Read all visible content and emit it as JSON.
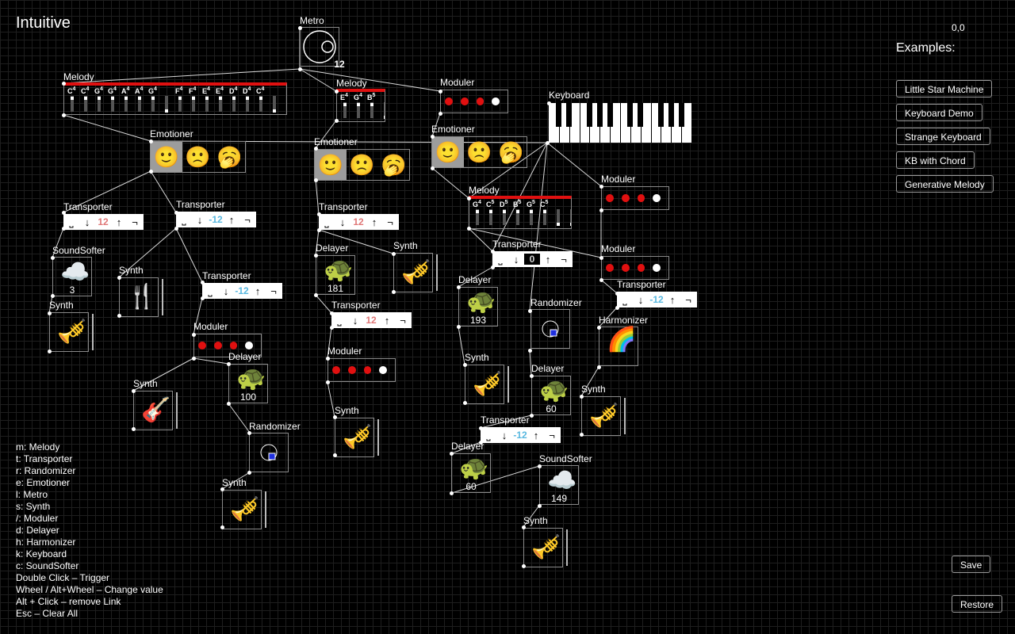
{
  "app_title": "Intuitive",
  "coords": "0,0",
  "examples_title": "Examples:",
  "examples": [
    "Little Star Machine",
    "Keyboard Demo",
    "Strange Keyboard",
    "KB with Chord",
    "Generative Melody"
  ],
  "save_label": "Save",
  "restore_label": "Restore",
  "help": [
    "m: Melody",
    "t: Transporter",
    "r: Randomizer",
    "e: Emotioner",
    "l: Metro",
    "s: Synth",
    "/: Moduler",
    "d: Delayer",
    "h: Harmonizer",
    "k: Keyboard",
    "c: SoundSofter",
    "Double Click – Trigger",
    "Wheel / Alt+Wheel – Change value",
    "Alt + Click – remove Link",
    "Esc – Clear All"
  ],
  "labels": {
    "metro": "Metro",
    "melody": "Melody",
    "moduler": "Moduler",
    "keyboard": "Keyboard",
    "emotioner": "Emotioner",
    "transporter": "Transporter",
    "synth": "Synth",
    "soundsofter": "SoundSofter",
    "delayer": "Delayer",
    "randomizer": "Randomizer",
    "harmonizer": "Harmonizer"
  },
  "transporter_symbols": {
    "rest": "⎵",
    "down": "↓",
    "up": "↑",
    "hold": "¬"
  },
  "values": {
    "metro": "12",
    "transporter_1": "12",
    "transporter_2": "-12",
    "transporter_3": "-12",
    "transporter_4": "12",
    "transporter_5": "12",
    "transporter_6": "0",
    "transporter_7": "-12",
    "transporter_8": "-12",
    "soundsofter_1": "3",
    "soundsofter_2": "149",
    "delayer_1": "181",
    "delayer_2": "100",
    "delayer_3": "193",
    "delayer_4": "60",
    "delayer_5": "60"
  },
  "melodies": {
    "melody_1": [
      {
        "n": "C",
        "o": "4"
      },
      {
        "n": "C",
        "o": "4"
      },
      {
        "n": "G",
        "o": "4"
      },
      {
        "n": "G",
        "o": "4"
      },
      {
        "n": "A",
        "o": "4"
      },
      {
        "n": "A",
        "o": "4"
      },
      {
        "n": "G",
        "o": "4"
      },
      {
        "n": "",
        "o": ""
      },
      {
        "n": "F",
        "o": "4"
      },
      {
        "n": "F",
        "o": "4"
      },
      {
        "n": "E",
        "o": "4"
      },
      {
        "n": "E",
        "o": "4"
      },
      {
        "n": "D",
        "o": "4"
      },
      {
        "n": "D",
        "o": "4"
      },
      {
        "n": "C",
        "o": "4"
      },
      {
        "n": "",
        "o": ""
      }
    ],
    "melody_2": [
      {
        "n": "E",
        "o": "4"
      },
      {
        "n": "G",
        "o": "4"
      },
      {
        "n": "B",
        "o": "5"
      },
      {
        "n": "",
        "o": ""
      }
    ],
    "melody_3": [
      {
        "n": "G",
        "o": "4"
      },
      {
        "n": "C",
        "o": "5"
      },
      {
        "n": "D",
        "o": "5"
      },
      {
        "n": "B",
        "o": "5"
      },
      {
        "n": "G",
        "o": "5"
      },
      {
        "n": "C",
        "o": "5"
      },
      {
        "n": "",
        "o": ""
      },
      {
        "n": "",
        "o": ""
      },
      {
        "n": "",
        "o": ""
      },
      {
        "n": "",
        "o": ""
      }
    ]
  },
  "moduler_pattern": [
    "on",
    "on",
    "on",
    "off"
  ],
  "colors": {
    "moduler_on": "#e01010",
    "moduler_off": "#ffffff",
    "melody_bar": "#e01010",
    "transporter_down": "#e07878",
    "transporter_up": "#58b8e0",
    "transporter_zero": "#cfcfcf",
    "randomizer_square": "#2030e0"
  },
  "icons": {
    "metro": "metro-dial-icon",
    "synth_trumpet": "🎺",
    "synth_guitar": "🎸",
    "synth_cutlery": "🍴",
    "delayer": "🐢",
    "soundsofter": "☁️",
    "harmonizer": "🌈",
    "emotion_happy": "🙂",
    "emotion_sad": "🙁",
    "emotion_yawn": "🥱"
  }
}
